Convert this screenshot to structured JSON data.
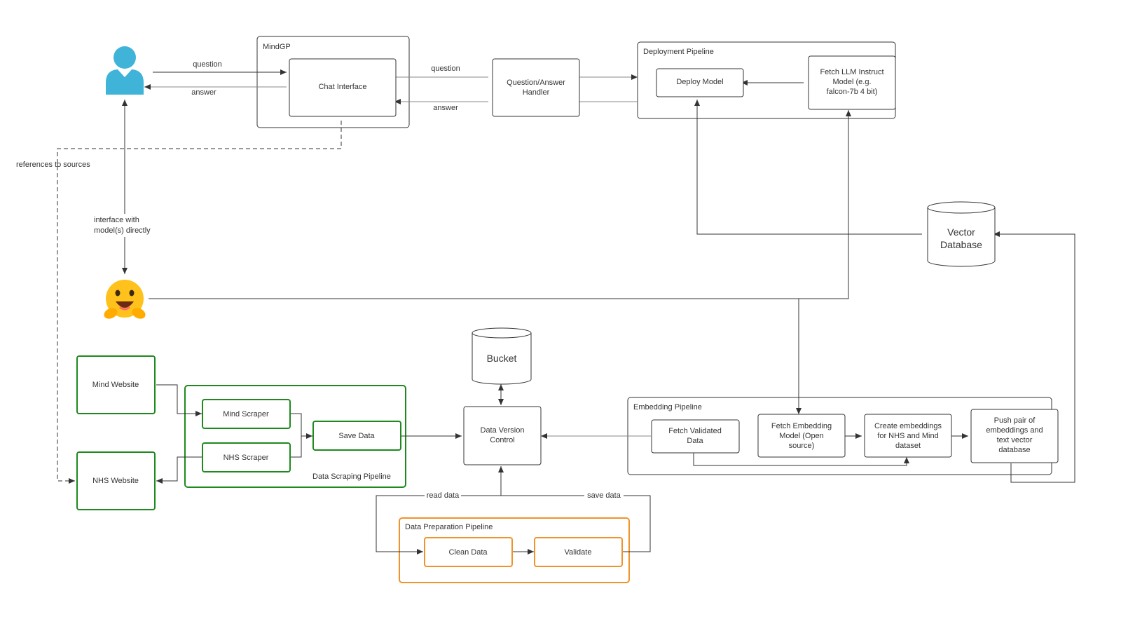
{
  "mindgp": {
    "label": "MindGP",
    "chat_interface": "Chat Interface"
  },
  "qa_handler": [
    "Question/Answer",
    "Handler"
  ],
  "deployment": {
    "label": "Deployment Pipeline",
    "deploy_model": "Deploy Model",
    "fetch_llm": [
      "Fetch LLM Instruct",
      "Model (e.g.",
      "falcon-7b 4 bit)"
    ]
  },
  "vector_db": [
    "Vector",
    "Database"
  ],
  "bucket": "Bucket",
  "data_version_control": [
    "Data Version",
    "Control"
  ],
  "scraping": {
    "label": "Data Scraping Pipeline",
    "mind_scraper": "Mind Scraper",
    "nhs_scraper": "NHS Scraper",
    "save_data": "Save Data"
  },
  "websites": {
    "mind": "Mind Website",
    "nhs": "NHS Website"
  },
  "embedding": {
    "label": "Embedding Pipeline",
    "fetch_validated": [
      "Fetch Validated",
      "Data"
    ],
    "fetch_embedding": [
      "Fetch Embedding",
      "Model (Open",
      "source)"
    ],
    "create_embeddings": [
      "Create embeddings",
      "for NHS and Mind",
      "dataset"
    ],
    "push_pair": [
      "Push pair of",
      "embeddings and",
      "text vector",
      "database"
    ]
  },
  "preparation": {
    "label": "Data Preparation Pipeline",
    "clean": "Clean Data",
    "validate": "Validate"
  },
  "edge_labels": {
    "question_user": "question",
    "answer_user": "answer",
    "question_handler": "question",
    "answer_handler": "answer",
    "references": "references to sources",
    "interface": [
      "interface with",
      "model(s) directly"
    ],
    "read_data": "read data",
    "save_data": "save data"
  },
  "icons": {
    "user": "user-avatar-icon",
    "huggingface": "hugging-face-emoji-icon"
  },
  "colors": {
    "green": "#1e8a1e",
    "orange": "#f0932b",
    "user": "#3fb4d8",
    "hf": "#ffc21c"
  }
}
